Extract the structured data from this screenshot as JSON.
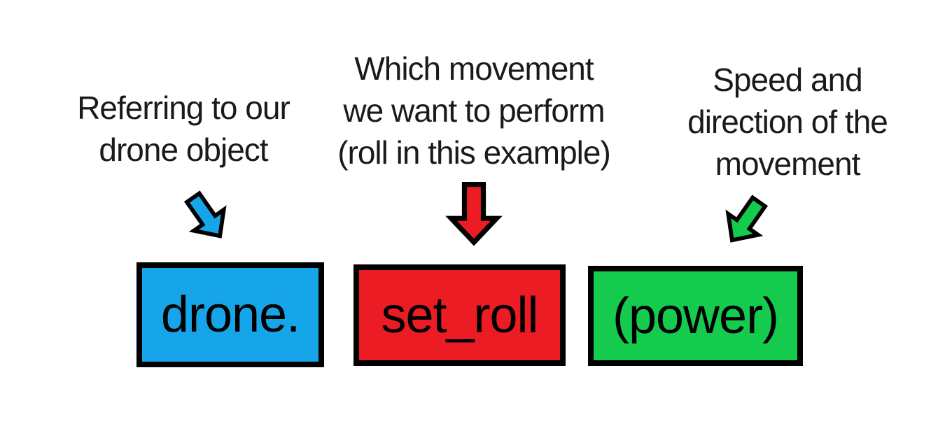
{
  "canvas": {
    "background": "#ffffff",
    "text_color": "#1a1a1a",
    "outline_color": "#000000"
  },
  "annotations": [
    {
      "id": "drone-object",
      "lines": [
        "Referring to our",
        "drone object"
      ],
      "arrow_color": "#15A5E8",
      "arrow_direction": "down-right"
    },
    {
      "id": "movement",
      "lines": [
        "Which movement",
        "we want to perform",
        "(roll in this example)"
      ],
      "arrow_color": "#EC1C24",
      "arrow_direction": "down"
    },
    {
      "id": "power",
      "lines": [
        "Speed and",
        "direction of the",
        "movement"
      ],
      "arrow_color": "#15CB4E",
      "arrow_direction": "down-left"
    }
  ],
  "code_boxes": [
    {
      "label": "drone.",
      "color": "#15A5E8"
    },
    {
      "label": "set_roll",
      "color": "#EC1C24"
    },
    {
      "label": "(power)",
      "color": "#15CB4E"
    }
  ]
}
